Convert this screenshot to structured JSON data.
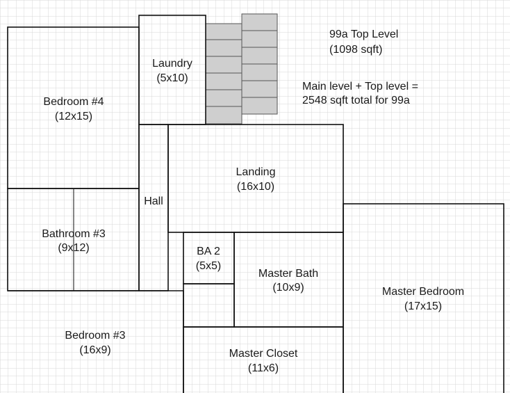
{
  "plan": {
    "title": "99a Top Level",
    "area": "(1098 sqft)",
    "note_line1": "Main level + Top level =",
    "note_line2": "2548 sqft total for 99a",
    "rooms": {
      "laundry": {
        "name": "Laundry",
        "size": "(5x10)"
      },
      "bedroom4": {
        "name": "Bedroom #4",
        "size": "(12x15)"
      },
      "landing": {
        "name": "Landing",
        "size": "(16x10)"
      },
      "hall": {
        "name": "Hall"
      },
      "bathroom3": {
        "name": "Bathroom #3",
        "size": "(9x12)"
      },
      "ba2": {
        "name": "BA 2",
        "size": "(5x5)"
      },
      "master_bath": {
        "name": "Master Bath",
        "size": "(10x9)"
      },
      "master_bedroom": {
        "name": "Master Bedroom",
        "size": "(17x15)"
      },
      "bedroom3": {
        "name": "Bedroom #3",
        "size": "(16x9)"
      },
      "master_closet": {
        "name": "Master Closet",
        "size": "(11x6)"
      }
    }
  },
  "colors": {
    "grid": "#d7d7d7",
    "wall": "#111111",
    "stair_fill": "#cfcfcf"
  }
}
